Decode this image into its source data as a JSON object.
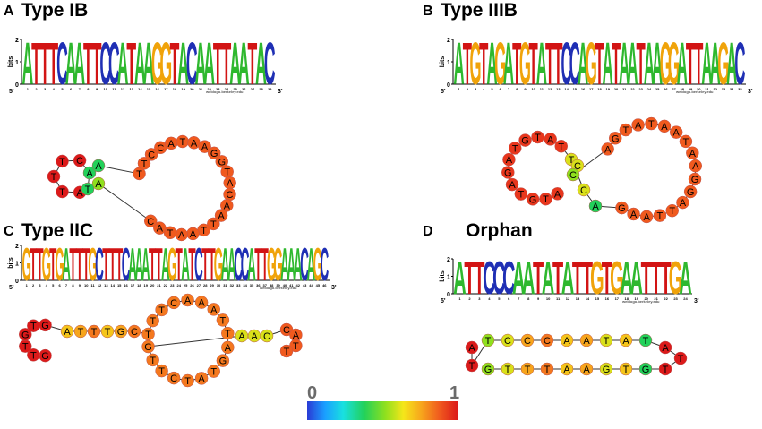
{
  "panels": [
    {
      "id": "A",
      "letter": "A",
      "title": "Type IB",
      "sequence": "ATTTCAATTCCATAAGGTACAATTAATAC",
      "ylabel": "bits",
      "axis": {
        "y": [
          "0",
          "1",
          "2"
        ],
        "start": "5'",
        "end": "3'",
        "credit": "weblogo.berkeley.edu"
      }
    },
    {
      "id": "B",
      "letter": "B",
      "title": "Type IIIB",
      "sequence": "ATGTAGATGTATTCCAGTATAATAAGGATTAAGAC",
      "ylabel": "bits",
      "axis": {
        "y": [
          "0",
          "1",
          "2"
        ],
        "start": "5'",
        "end": "3'",
        "credit": "weblogo.berkeley.edu"
      }
    },
    {
      "id": "C",
      "letter": "C",
      "title": "Type IIC",
      "sequence": "GTTGTGATTTGCTTTCAAATTAGTATCTTGAACCATTGGAAACAGC",
      "ylabel": "bits",
      "axis": {
        "y": [
          "0",
          "1",
          "2"
        ],
        "start": "5'",
        "end": "3'",
        "credit": "weblogo.berkeley.edu"
      }
    },
    {
      "id": "D",
      "letter": "D",
      "title": "Orphan",
      "sequence": "ATTCCCAATATATTGTGAATTTGA",
      "ylabel": "bits",
      "axis": {
        "y": [
          "0",
          "1",
          "2"
        ],
        "start": "5'",
        "end": "3'",
        "credit": "weblogo.berkeley.edu"
      }
    }
  ],
  "colorbar": {
    "min_label": "0",
    "max_label": "1",
    "colors": [
      "#2a3bd6",
      "#1aa0ff",
      "#19e0e0",
      "#22d15a",
      "#8fe01e",
      "#f5e61a",
      "#f7a51c",
      "#f05a1e",
      "#dc1a1a"
    ]
  },
  "base_colors": {
    "A": "#2eb82e",
    "C": "#1f2fb4",
    "G": "#f0a30a",
    "T": "#d21414"
  }
}
